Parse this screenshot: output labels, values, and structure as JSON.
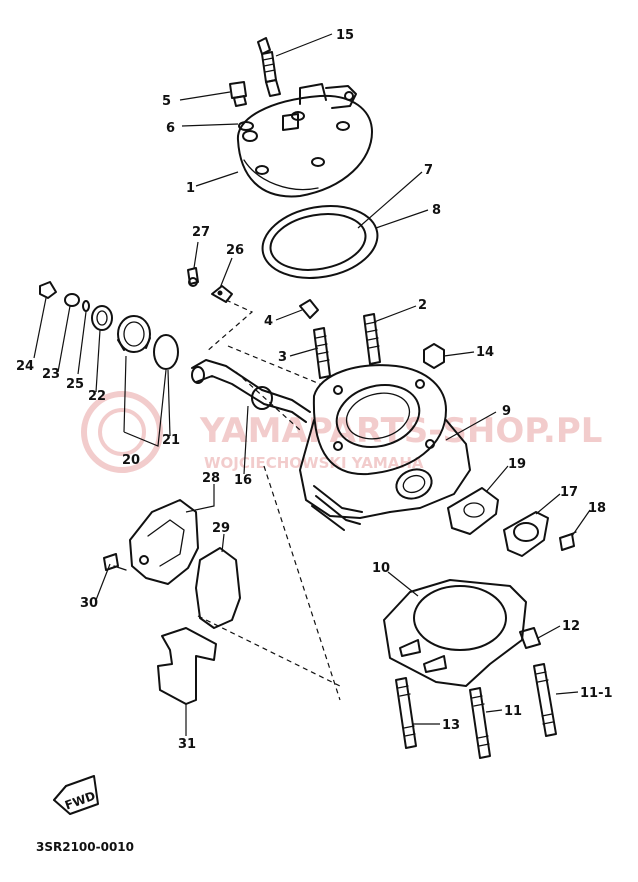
{
  "diagram_code": "3SR2100-0010",
  "fwd_label": "FWD",
  "watermark": {
    "main": "YAMAPARTS-SHOP.PL",
    "sub": "WOJCIECHOWSKI YAMAHA"
  },
  "callouts": [
    "1",
    "2",
    "3",
    "4",
    "5",
    "6",
    "7",
    "8",
    "9",
    "10",
    "11",
    "11-1",
    "12",
    "13",
    "14",
    "15",
    "16",
    "17",
    "18",
    "19",
    "20",
    "21",
    "22",
    "23",
    "24",
    "25",
    "26",
    "27",
    "28",
    "29",
    "30",
    "31"
  ]
}
